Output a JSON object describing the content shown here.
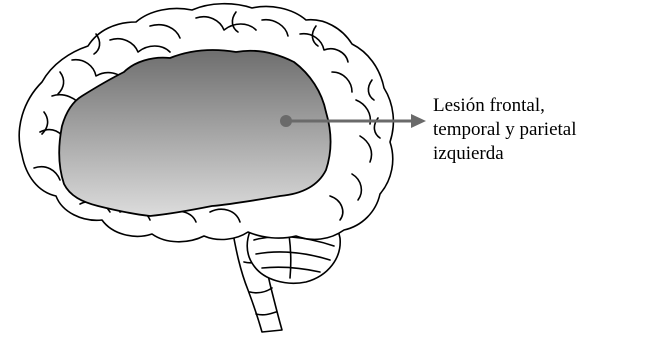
{
  "figure": {
    "label_lines": [
      "Lesión frontal,",
      "temporal y parietal",
      "izquierda"
    ],
    "icon": "brain-icon",
    "colors": {
      "outline": "#000000",
      "lesion_light": "#dcdcdc",
      "lesion_dark": "#6e6e6e",
      "pointer": "#6a6a6a",
      "background": "#ffffff"
    }
  }
}
